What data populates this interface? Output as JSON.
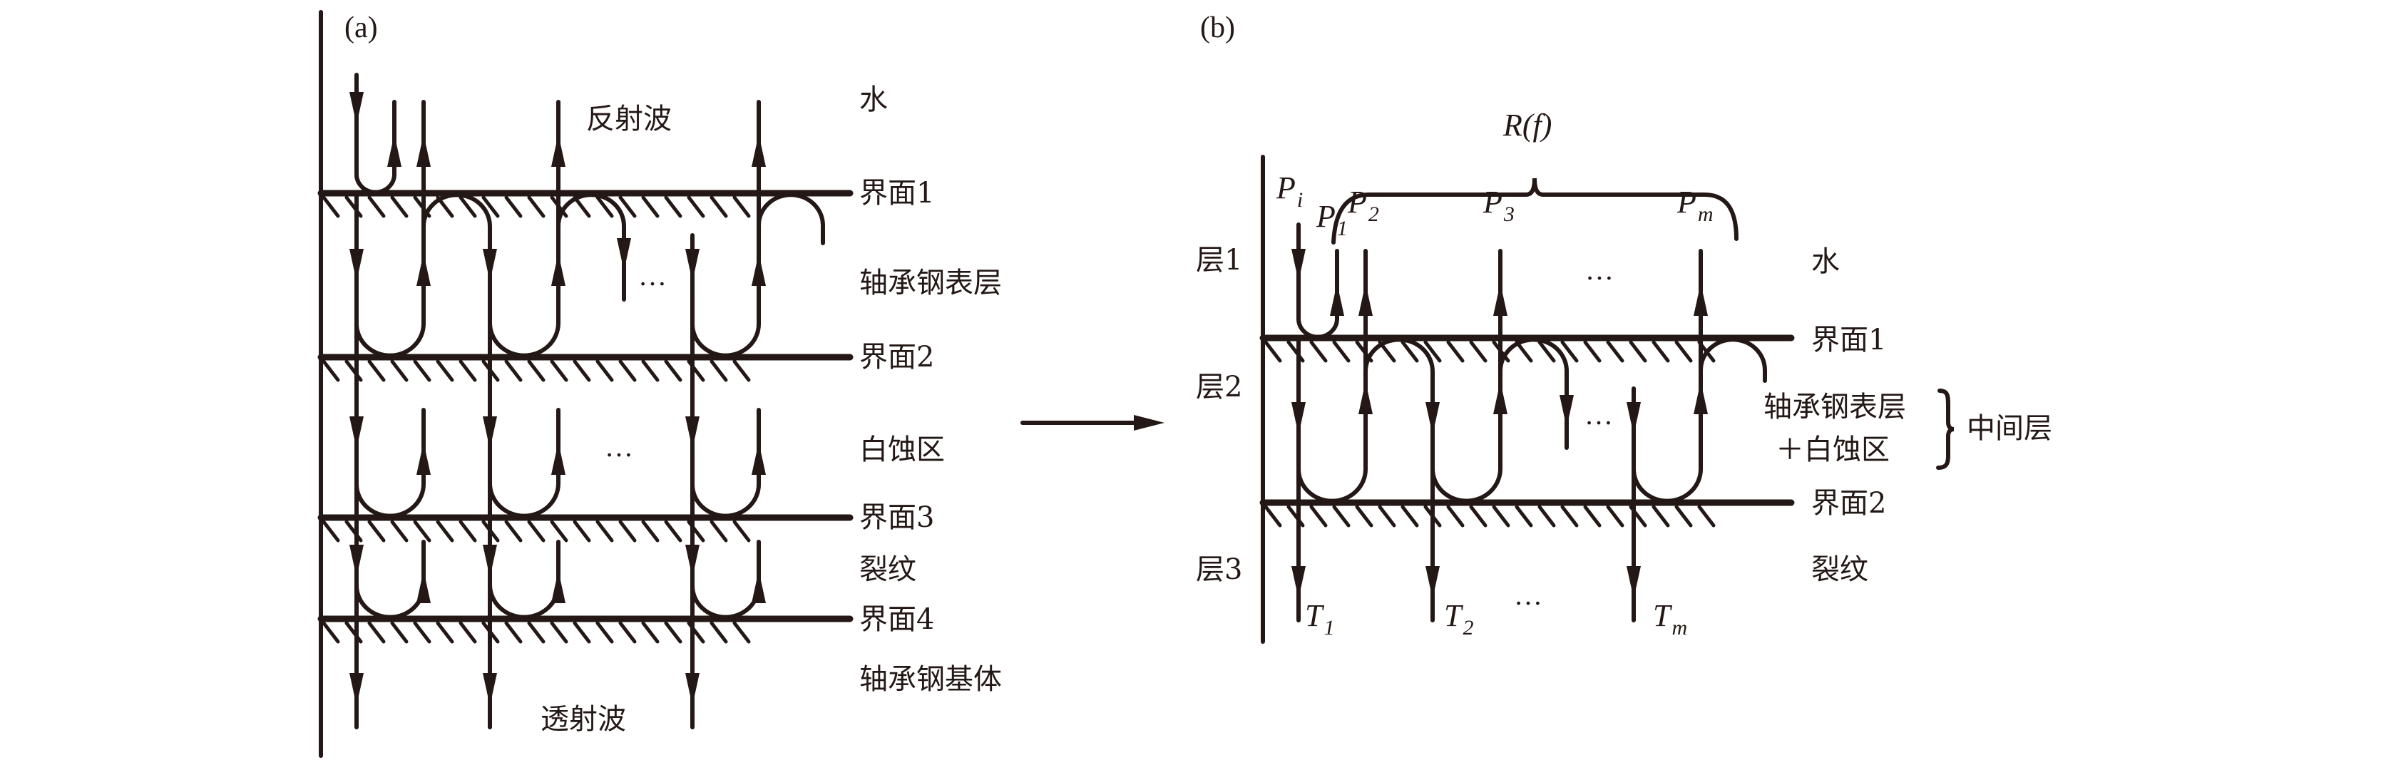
{
  "figure": {
    "panel_a": {
      "label": "(a)",
      "reflected_wave_label": "反射波",
      "transmitted_wave_label": "透射波",
      "ellipsis": "…",
      "media": [
        "水",
        "轴承钢表层",
        "白蚀区",
        "裂纹",
        "轴承钢基体"
      ],
      "interfaces": [
        "界面1",
        "界面2",
        "界面3",
        "界面4"
      ]
    },
    "transform_arrow": "right-arrow",
    "panel_b": {
      "label": "(b)",
      "response_label": "R(f)",
      "incident": {
        "symbol": "P",
        "subscript": "i"
      },
      "reflected": [
        {
          "symbol": "P",
          "subscript": "1"
        },
        {
          "symbol": "P",
          "subscript": "2"
        },
        {
          "symbol": "P",
          "subscript": "3"
        },
        {
          "symbol": "P",
          "subscript": "m"
        }
      ],
      "transmitted": [
        {
          "symbol": "T",
          "subscript": "1"
        },
        {
          "symbol": "T",
          "subscript": "2"
        },
        {
          "symbol": "T",
          "subscript": "m"
        }
      ],
      "ellipsis": "…",
      "layers": [
        "层1",
        "层2",
        "层3"
      ],
      "media": {
        "top": "水",
        "middle_line1": "轴承钢表层",
        "middle_line2": "＋白蚀区",
        "middle_group": "中间层",
        "bottom": "裂纹"
      },
      "interfaces": [
        "界面1",
        "界面2"
      ]
    }
  }
}
